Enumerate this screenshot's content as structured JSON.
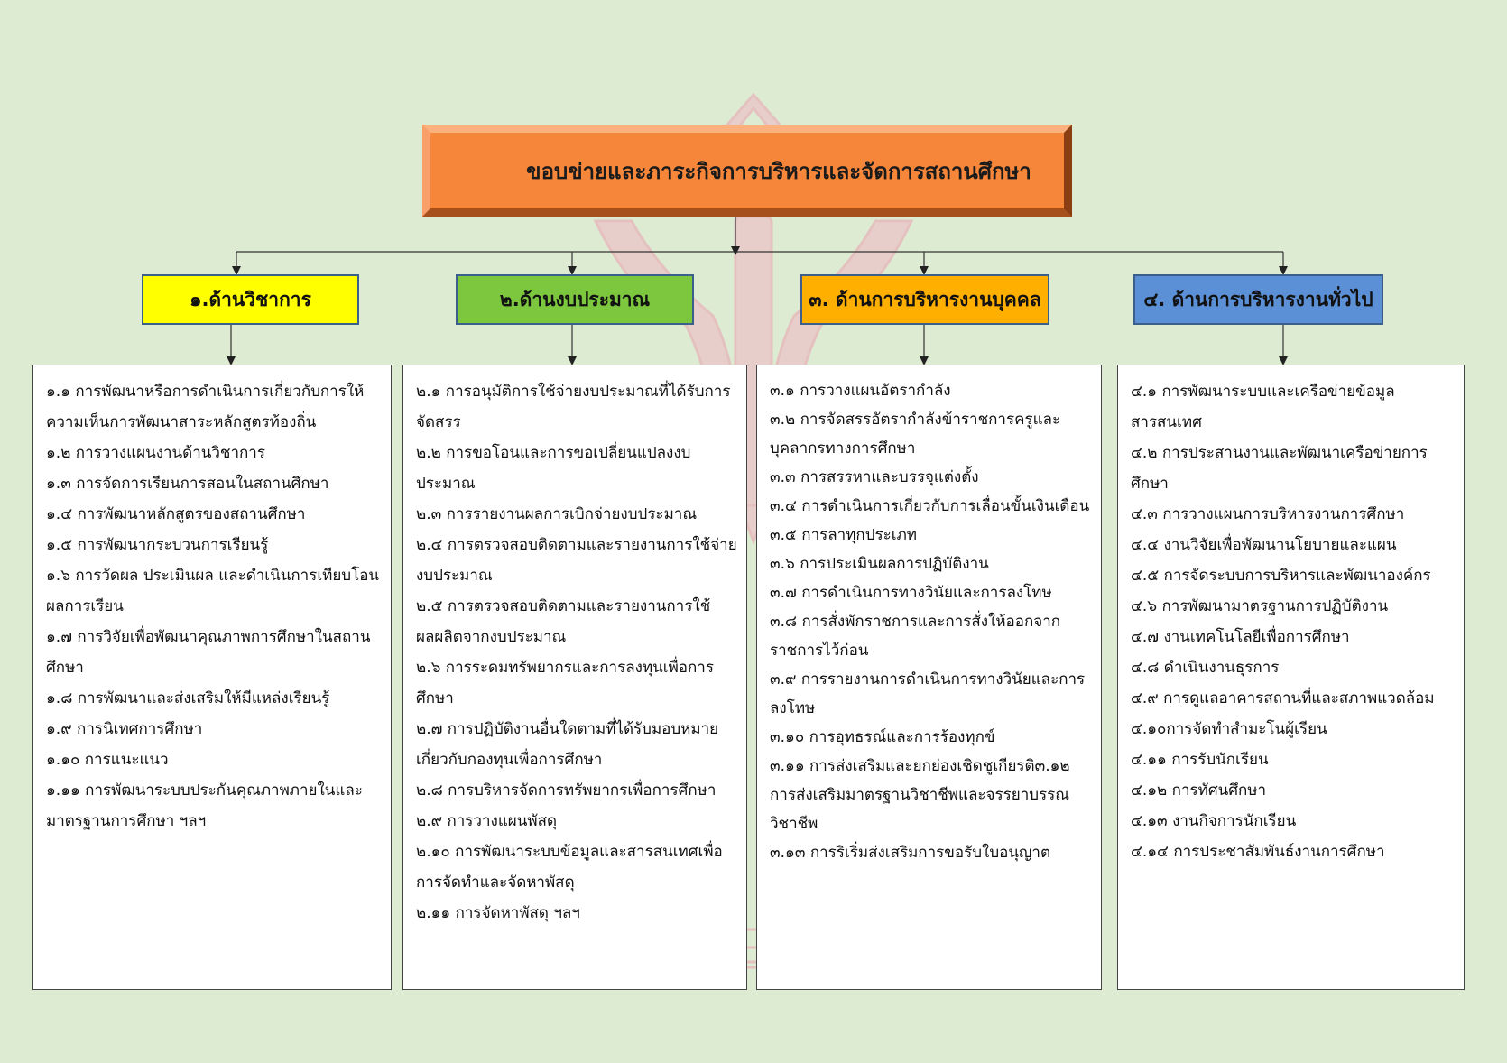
{
  "diagram": {
    "title": "ขอบข่ายและภาระกิจการบริหารและจัดการสถานศึกษา",
    "categories": [
      {
        "label": "๑.ด้านวิชาการ",
        "color": "#ffff00",
        "items": [
          "๑.๑ การพัฒนาหรือการดำเนินการเกี่ยวกับการให้ความเห็นการพัฒนาสาระหลักสูตรท้องถิ่น",
          "๑.๒ การวางแผนงานด้านวิชาการ",
          "๑.๓ การจัดการเรียนการสอนในสถานศึกษา",
          "๑.๔ การพัฒนาหลักสูตรของสถานศึกษา",
          "๑.๕ การพัฒนากระบวนการเรียนรู้",
          "๑.๖ การวัดผล ประเมินผล และดำเนินการเทียบโอนผลการเรียน",
          "๑.๗ การวิจัยเพื่อพัฒนาคุณภาพการศึกษาในสถานศึกษา",
          "๑.๘ การพัฒนาและส่งเสริมให้มีแหล่งเรียนรู้",
          "๑.๙ การนิเทศการศึกษา",
          "๑.๑๐ การแนะแนว",
          "๑.๑๑ การพัฒนาระบบประกันคุณภาพภายในและมาตรฐานการศึกษา ฯลฯ"
        ]
      },
      {
        "label": "๒.ด้านงบประมาณ",
        "color": "#7dc73f",
        "items": [
          "๒.๑ การอนุมัติการใช้จ่ายงบประมาณที่ได้รับการจัดสรร",
          "๒.๒ การขอโอนและการขอเปลี่ยนแปลงงบประมาณ",
          "๒.๓ การรายงานผลการเบิกจ่ายงบประมาณ",
          "๒.๔ การตรวจสอบติดตามและรายงานการใช้จ่ายงบประมาณ",
          "๒.๕ การตรวจสอบติดตามและรายงานการใช้ผลผลิตจากงบประมาณ",
          "๒.๖ การระดมทรัพยากรและการลงทุนเพื่อการศึกษา",
          "๒.๗ การปฏิบัติงานอื่นใดตามที่ได้รับมอบหมายเกี่ยวกับกองทุนเพื่อการศึกษา",
          "๒.๘ การบริหารจัดการทรัพยากรเพื่อการศึกษา",
          "๒.๙ การวางแผนพัสดุ",
          "๒.๑๐ การพัฒนาระบบข้อมูลและสารสนเทศเพื่อการจัดทำและจัดหาพัสดุ",
          "๒.๑๑ การจัดหาพัสดุ ฯลฯ"
        ]
      },
      {
        "label": "๓. ด้านการบริหารงานบุคคล",
        "color": "#ffaf00",
        "items": [
          "๓.๑ การวางแผนอัตรากำลัง",
          "๓.๒ การจัดสรรอัตรากำลังข้าราชการครูและบุคลากรทางการศึกษา",
          "๓.๓ การสรรหาและบรรจุแต่งตั้ง",
          "๓.๔ การดำเนินการเกี่ยวกับการเลื่อนขั้นเงินเดือน",
          "๓.๕ การลาทุกประเภท",
          "๓.๖ การประเมินผลการปฏิบัติงาน",
          "๓.๗ การดำเนินการทางวินัยและการลงโทษ",
          "๓.๘ การสั่งพักราชการและการสั่งให้ออกจากราชการไว้ก่อน",
          "๓.๙ การรายงานการดำเนินการทางวินัยและการลงโทษ",
          "๓.๑๐ การอุทธรณ์และการร้องทุกข์",
          "๓.๑๑ การส่งเสริมและยกย่องเชิดชูเกียรติ๓.๑๒ การส่งเสริมมาตรฐานวิชาชีพและจรรยาบรรณวิชาชีพ",
          "๓.๑๓ การริเริ่มส่งเสริมการขอรับใบอนุญาต"
        ]
      },
      {
        "label": "๔. ด้านการบริหารงานทั่วไป",
        "color": "#5b8fd6",
        "items": [
          "๔.๑ การพัฒนาระบบและเครือข่ายข้อมูลสารสนเทศ",
          "๔.๒ การประสานงานและพัฒนาเครือข่ายการศึกษา",
          "๔.๓ การวางแผนการบริหารงานการศึกษา",
          "๔.๔ งานวิจัยเพื่อพัฒนานโยบายและแผน",
          "๔.๕ การจัดระบบการบริหารและพัฒนาองค์กร",
          "๔.๖ การพัฒนามาตรฐานการปฏิบัติงาน",
          "๔.๗ งานเทคโนโลยีเพื่อการศึกษา",
          "๔.๘ ดำเนินงานธุรการ",
          "๔.๙ การดูแลอาคารสถานที่และสภาพแวดล้อม",
          "๔.๑๐การจัดทำสำมะโนผู้เรียน",
          "๔.๑๑ การรับนักเรียน",
          "๔.๑๒ การทัศนศึกษา",
          "๔.๑๓ งานกิจการนักเรียน",
          "๔.๑๔ การประชาสัมพันธ์งานการศึกษา"
        ]
      }
    ]
  }
}
